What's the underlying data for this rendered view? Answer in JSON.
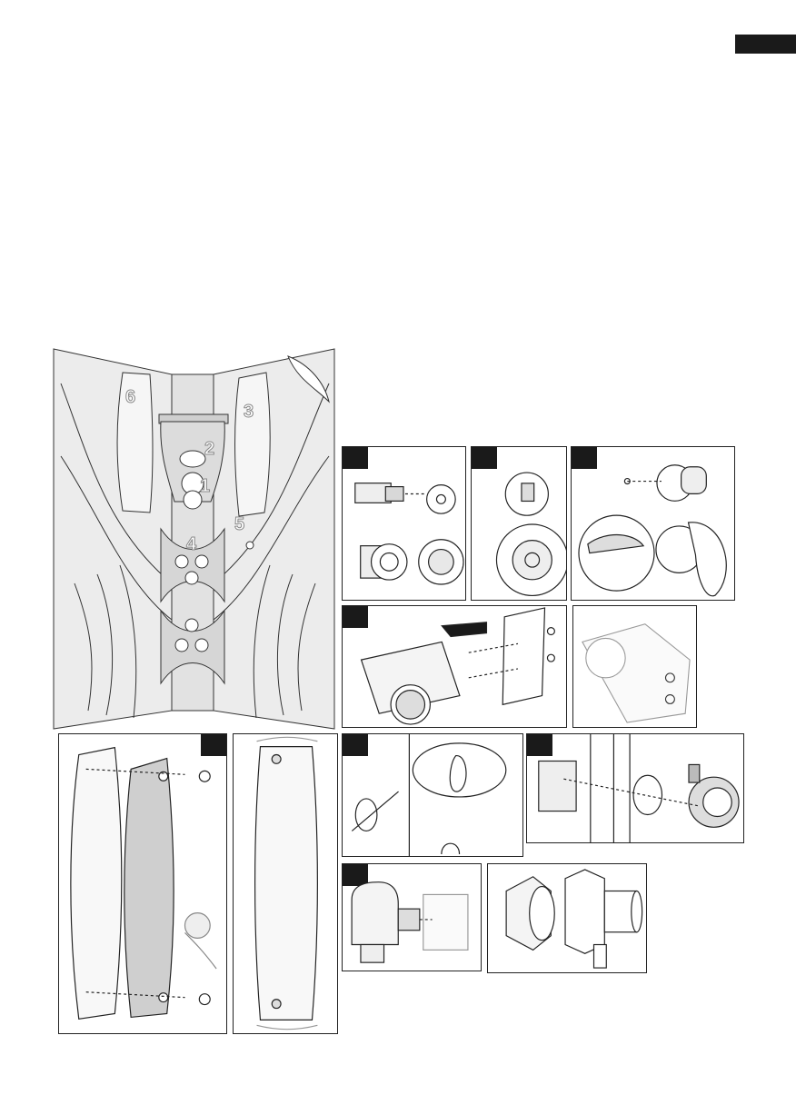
{
  "page": {
    "language_tab": ""
  },
  "main_illustration": {
    "zone_labels": [
      "6",
      "3",
      "2",
      "1",
      "5",
      "4"
    ]
  },
  "step_panels": [
    {
      "id": "valve-escutcheon",
      "badge": true
    },
    {
      "id": "valve-cover-plate",
      "badge": true
    },
    {
      "id": "handle-set-screw",
      "badge": true
    },
    {
      "id": "shower-holder-mount",
      "badge": true
    },
    {
      "id": "shower-holder-mounted",
      "badge": false
    },
    {
      "id": "mirror-mount",
      "badge": true
    },
    {
      "id": "mirror-mounted",
      "badge": false
    },
    {
      "id": "hook-screw",
      "badge": true
    },
    {
      "id": "body-jet-fitting",
      "badge": true
    },
    {
      "id": "outlet-elbow",
      "badge": true
    },
    {
      "id": "outlet-nipple",
      "badge": false
    }
  ],
  "colors": {
    "ink": "#1a1a1a",
    "line": "#222222",
    "panel_fill": "#f2f2f2",
    "shade": "#d8d8d8"
  }
}
